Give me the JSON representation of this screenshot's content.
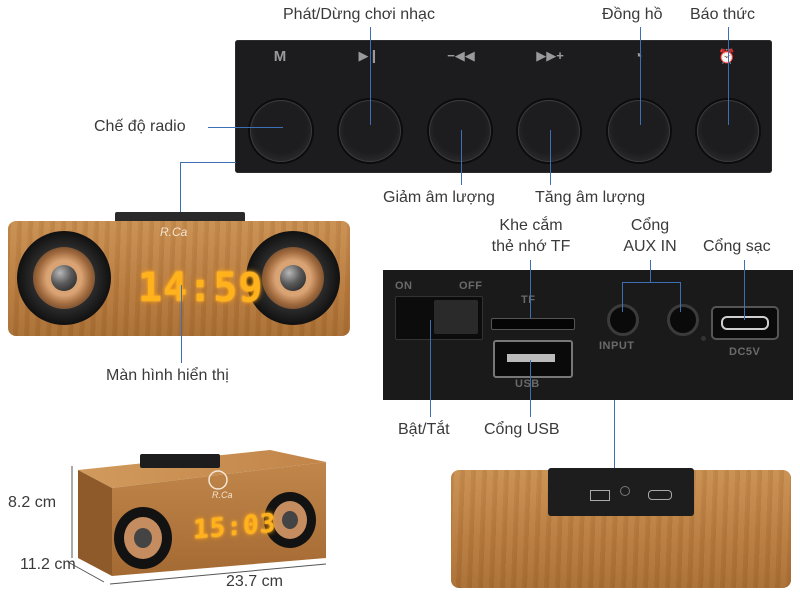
{
  "labels": {
    "play_pause": "Phát/Dừng chơi nhạc",
    "clock": "Đồng hồ",
    "alarm": "Báo thức",
    "radio_mode": "Chế độ radio",
    "volume_down": "Giảm âm lượng",
    "volume_up": "Tăng âm lượng",
    "tf_slot_line1": "Khe cắm",
    "tf_slot_line2": "thẻ nhớ TF",
    "aux_line1": "Cổng",
    "aux_line2": "AUX IN",
    "charge_port": "Cổng sạc",
    "display": "Màn hình hiển thị",
    "power": "Bật/Tắt",
    "usb_port": "Cổng USB"
  },
  "panel_symbols": {
    "mode": "M",
    "play": "▶❙",
    "prev": "−◀◀",
    "next": "▶▶+",
    "clock": "◔",
    "alarm": "⏰"
  },
  "device": {
    "brand": "R.Ca",
    "display_time_front": "14:59",
    "display_time_angled": "15:03"
  },
  "rear_panel": {
    "switch_on": "ON",
    "switch_off": "OFF",
    "tf": "TF",
    "usb": "USB",
    "input": "INPUT",
    "dc": "DC5V"
  },
  "dimensions": {
    "height": "8.2 cm",
    "depth": "11.2 cm",
    "width": "23.7 cm"
  },
  "colors": {
    "callout_line": "#3d6fb6",
    "led": "#ffb21c",
    "panel": "#1c1c1e",
    "wood": "#c08648"
  }
}
